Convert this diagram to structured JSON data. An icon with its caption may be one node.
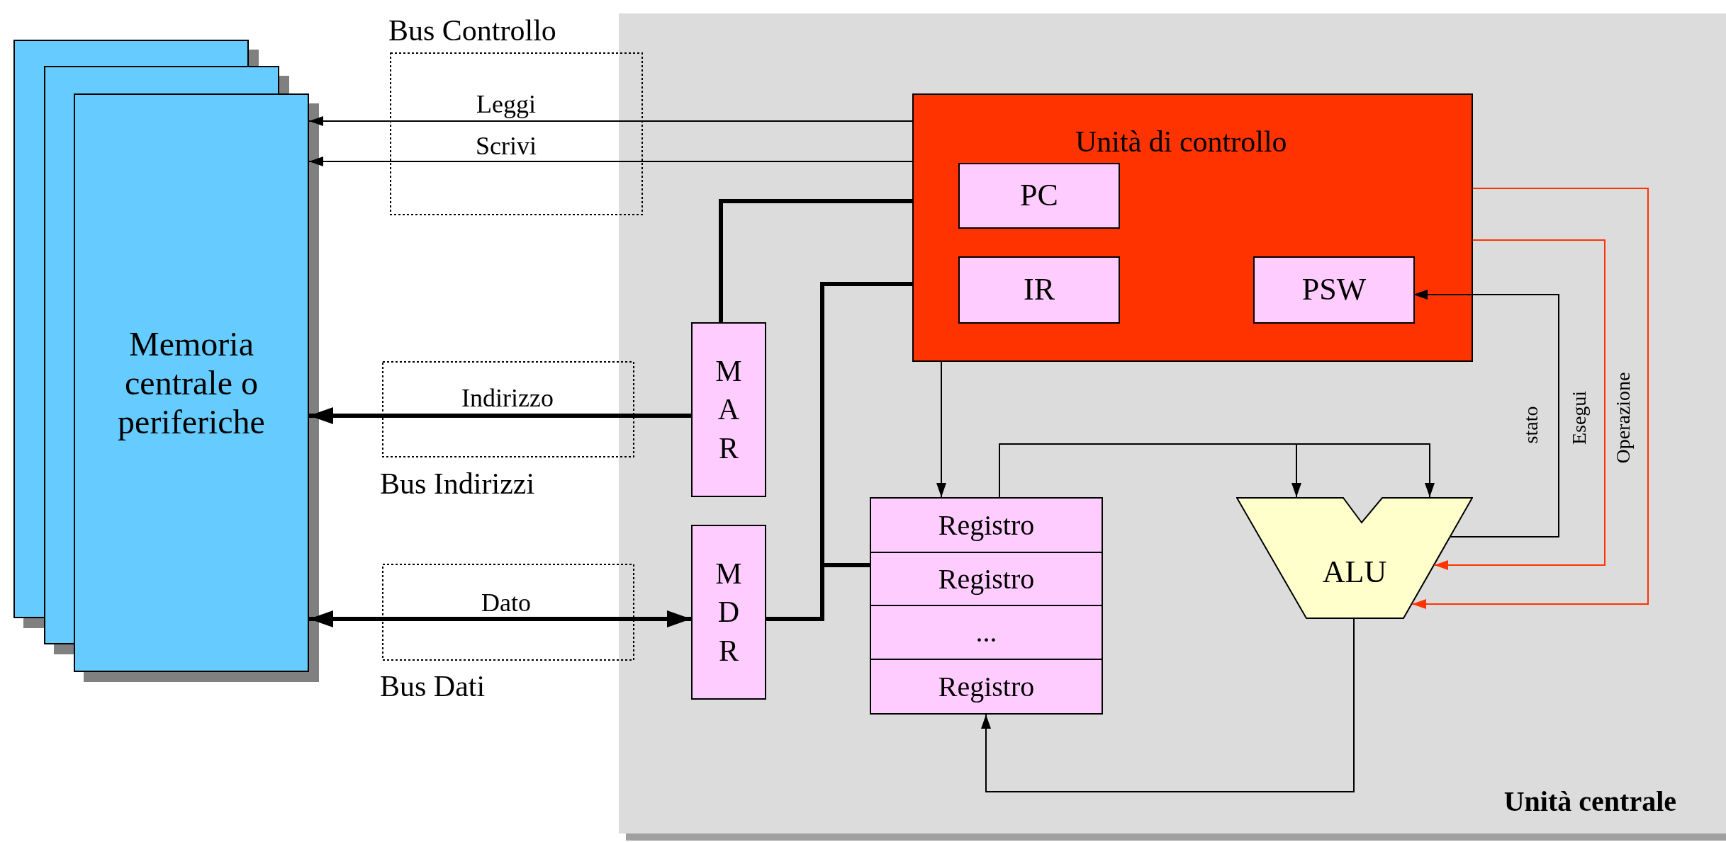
{
  "diagram": {
    "nodes": [
      {
        "text": [
          "Memoria centrale o periferiche"
        ]
      },
      {
        "text": [
          "Unità centrale"
        ]
      },
      {
        "text": [
          "Unità di controllo"
        ],
        "in": 1
      },
      {
        "text": [
          "PC"
        ],
        "in": 2
      },
      {
        "text": [
          "IR"
        ],
        "in": 2
      },
      {
        "text": [
          "PSW"
        ],
        "in": 2
      },
      {
        "text": [
          "M A R"
        ],
        "in": 1
      },
      {
        "text": [
          "M D R"
        ],
        "in": 1
      },
      {
        "text": [
          "Registro"
        ],
        "in": 1
      },
      {
        "text": [
          "Registro"
        ],
        "in": 1
      },
      {
        "text": [
          "..."
        ],
        "in": 1
      },
      {
        "text": [
          "Registro"
        ],
        "in": 1
      },
      {
        "text": [
          "ALU"
        ],
        "in": 1
      }
    ],
    "edges": [
      {
        "from": 2,
        "to": 0,
        "arrow": "to",
        "label": "Leggi"
      },
      {
        "from": 2,
        "to": 0,
        "arrow": "to",
        "label": "Scrivi"
      },
      {
        "from": 2,
        "to": 6,
        "arrow": "none",
        "style": "thick"
      },
      {
        "from": 6,
        "to": 0,
        "arrow": "to",
        "label": "Indirizzo",
        "style": "thick"
      },
      {
        "from": 0,
        "to": 7,
        "arrow": "both",
        "label": "Dato",
        "style": "thick"
      },
      {
        "from": 7,
        "to": 2,
        "arrow": "none",
        "style": "thick"
      },
      {
        "from": 7,
        "to": 9,
        "arrow": "none",
        "style": "thick"
      },
      {
        "from": 2,
        "to": 8,
        "arrow": "to"
      },
      {
        "from": 8,
        "to": 12,
        "arrow": "to"
      },
      {
        "from": 8,
        "to": 12,
        "arrow": "to"
      },
      {
        "from": 12,
        "to": 5,
        "arrow": "to",
        "label": "stato"
      },
      {
        "from": 2,
        "to": 12,
        "arrow": "to",
        "label": "Esegui",
        "color": "#ff3300"
      },
      {
        "from": 2,
        "to": 12,
        "arrow": "to",
        "label": "Operazione",
        "color": "#ff3300"
      },
      {
        "from": 12,
        "to": 11,
        "arrow": "to"
      }
    ],
    "labels": [
      "Bus Controllo",
      "Bus Indirizzi",
      "Bus Dati"
    ]
  }
}
